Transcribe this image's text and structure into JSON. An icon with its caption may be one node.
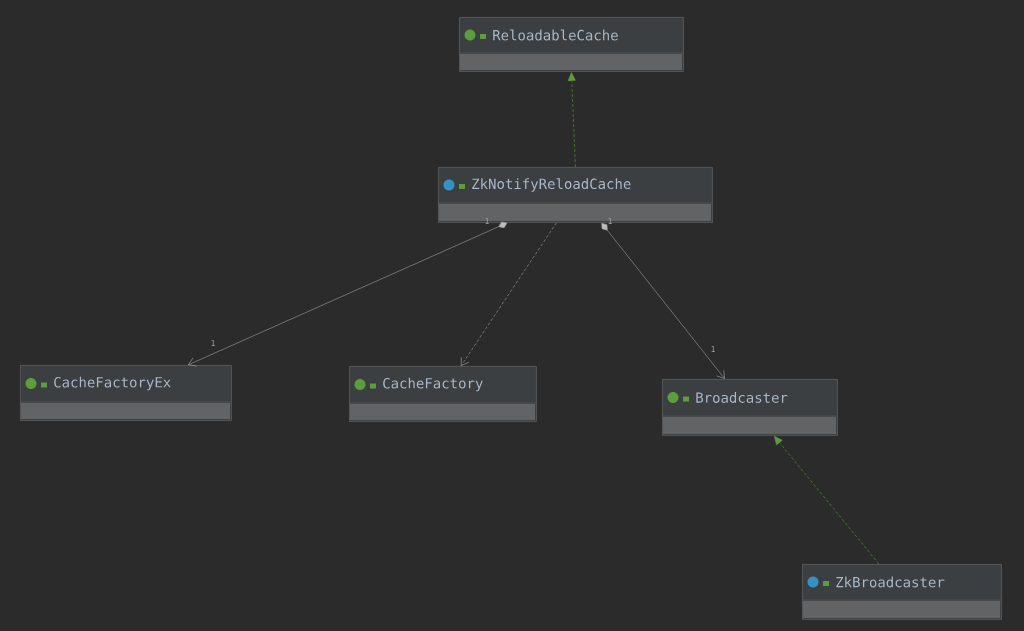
{
  "diagram": {
    "nodes": [
      {
        "text": [
          "ReloadableCache"
        ]
      },
      {
        "text": [
          "ZkNotifyReloadCache"
        ]
      },
      {
        "text": [
          "CacheFactoryEx"
        ]
      },
      {
        "text": [
          "CacheFactory"
        ]
      },
      {
        "text": [
          "Broadcaster"
        ]
      },
      {
        "text": [
          "ZkBroadcaster"
        ]
      }
    ],
    "edges": [
      {
        "from": 1,
        "to": 0,
        "arrow": "to",
        "style": "dashed",
        "color": "#5c9e3b"
      },
      {
        "from": 1,
        "to": 2,
        "arrow": "to"
      },
      {
        "from": 1,
        "to": 3,
        "arrow": "to",
        "style": "dashed"
      },
      {
        "from": 1,
        "to": 4,
        "arrow": "to"
      },
      {
        "from": 5,
        "to": 4,
        "arrow": "to",
        "style": "dashed",
        "color": "#5c9e3b"
      }
    ],
    "labels": [
      "1",
      "1",
      "1",
      "1"
    ]
  }
}
